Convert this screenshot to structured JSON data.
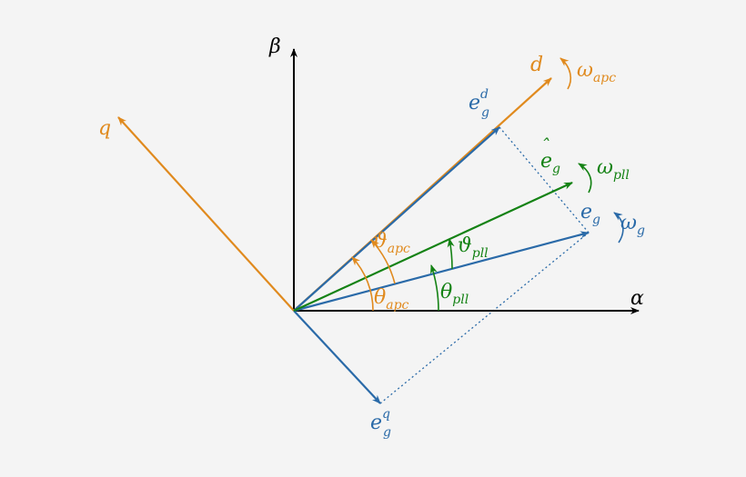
{
  "colors": {
    "background": "#f4f4f4",
    "axis": "#000000",
    "orange": "#e08a1e",
    "blue": "#2a6aa8",
    "green": "#148214"
  },
  "labels": {
    "beta": "β",
    "alpha": "α",
    "q": "q",
    "d": "d",
    "omega_apc": {
      "base": "ω",
      "sub": "apc"
    },
    "ed_g": {
      "base": "e",
      "sup": "d",
      "sub": "g"
    },
    "ehat_g": {
      "hat": "ˆ",
      "base": "e",
      "sub": "g"
    },
    "omega_pll": {
      "base": "ω",
      "sub": "pll"
    },
    "e_g": {
      "base": "e",
      "sub": "g"
    },
    "omega_g": {
      "base": "ω",
      "sub": "g"
    },
    "vartheta_apc": {
      "base": "ϑ",
      "sub": "apc"
    },
    "vartheta_pll": {
      "base": "ϑ",
      "sub": "pll"
    },
    "theta_apc": {
      "base": "θ",
      "sub": "apc"
    },
    "theta_pll": {
      "base": "θ",
      "sub": "pll"
    },
    "eq_g": {
      "base": "e",
      "sup": "q",
      "sub": "g"
    }
  }
}
